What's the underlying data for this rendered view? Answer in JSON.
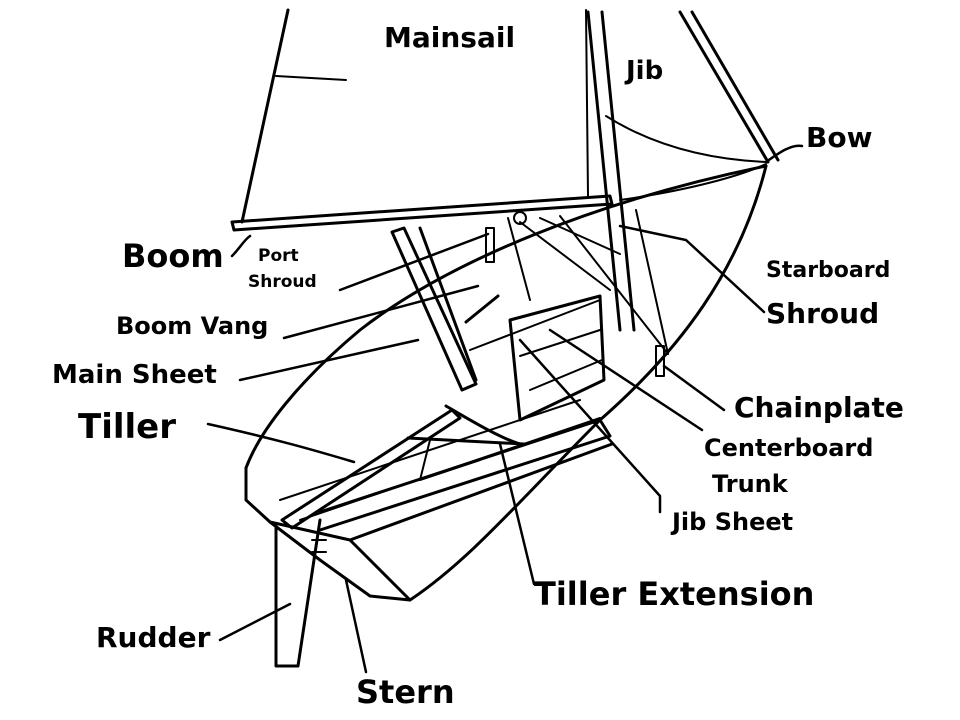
{
  "labels": {
    "mainsail": "Mainsail",
    "jib": "Jib",
    "bow": "Bow",
    "boom": "Boom",
    "port_shroud_1": "Port",
    "port_shroud_2": "Shroud",
    "starboard_shroud_1": "Starboard",
    "starboard_shroud_2": "Shroud",
    "boom_vang": "Boom Vang",
    "main_sheet": "Main Sheet",
    "chainplate": "Chainplate",
    "tiller": "Tiller",
    "centerboard_trunk_1": "Centerboard",
    "centerboard_trunk_2": "Trunk",
    "jib_sheet": "Jib Sheet",
    "tiller_extension": "Tiller Extension",
    "rudder": "Rudder",
    "stern": "Stern"
  }
}
